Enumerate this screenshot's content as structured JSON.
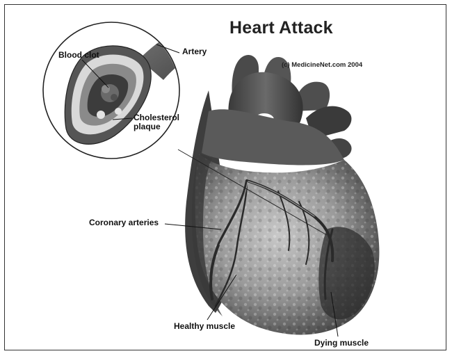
{
  "title": "Heart Attack",
  "copyright": "(c) MedicineNet.com 2004",
  "labels": {
    "artery": "Artery",
    "blood_clot": "Blood clot",
    "cholesterol_plaque": "Cholesterol\nplaque",
    "coronary_arteries": "Coronary arteries",
    "healthy_muscle": "Healthy muscle",
    "dying_muscle": "Dying muscle"
  },
  "colors": {
    "artery_wall": "#5a5a5a",
    "plaque": "#d8d8d8",
    "heart_dark": "#3c3c3c",
    "heart_mid": "#6e6e6e",
    "heart_light": "#b4b4b4"
  }
}
